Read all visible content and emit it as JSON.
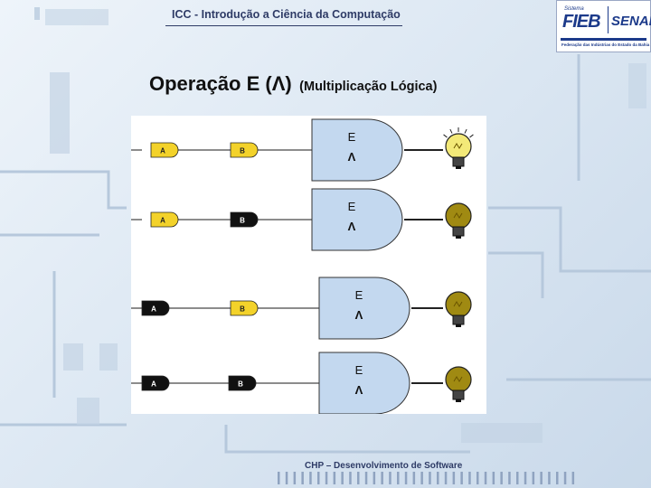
{
  "header": {
    "title": "ICC - Introdução a Ciência da Computação"
  },
  "logo": {
    "sistema": "Sistema",
    "fieb": "FIEB",
    "senai": "SENAI",
    "subtitle": "Federação das Indústrias do Estado da Bahia"
  },
  "slide": {
    "title": "Operação E (Λ)",
    "subtitle": "(Multiplicação Lógica)"
  },
  "circuits": [
    {
      "input_a": "A",
      "input_b": "B",
      "gate_label": "E",
      "gate_symbol": "Λ",
      "a_state": "on",
      "b_state": "on",
      "lamp": "on"
    },
    {
      "input_a": "A",
      "input_b": "B",
      "gate_label": "E",
      "gate_symbol": "Λ",
      "a_state": "on",
      "b_state": "off",
      "lamp": "off"
    },
    {
      "input_a": "A",
      "input_b": "B",
      "gate_label": "E",
      "gate_symbol": "Λ",
      "a_state": "off",
      "b_state": "on",
      "lamp": "off"
    },
    {
      "input_a": "A",
      "input_b": "B",
      "gate_label": "E",
      "gate_symbol": "Λ",
      "a_state": "off",
      "b_state": "off",
      "lamp": "off"
    }
  ],
  "colors": {
    "input_on": "#f3d22a",
    "input_off": "#111111",
    "gate_fill": "#c3d8ef",
    "lamp_on": "#f3e978",
    "lamp_off": "#a08a12",
    "accent": "#2e3b66"
  },
  "footer": {
    "text": "CHP – Desenvolvimento de Software"
  }
}
